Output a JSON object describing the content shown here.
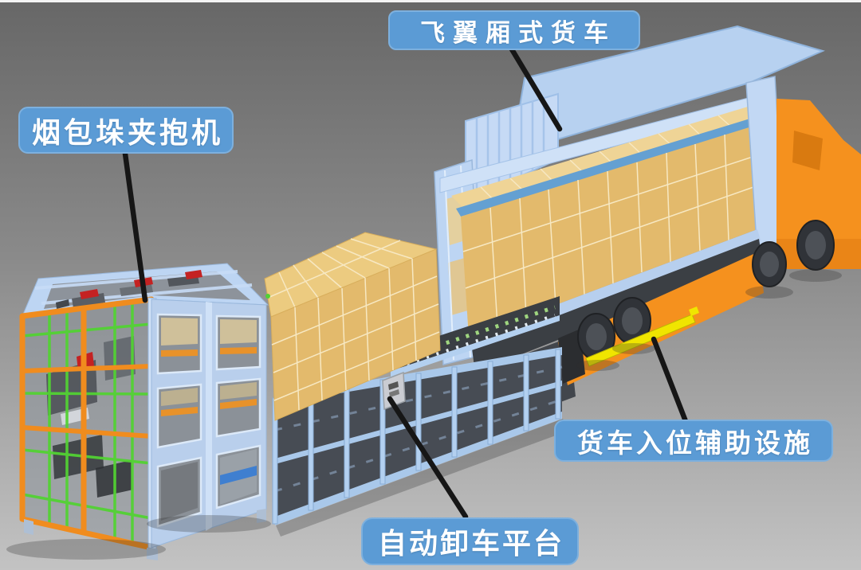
{
  "labels": [
    {
      "id": "wing-van-truck",
      "text": "飞翼厢式货车"
    },
    {
      "id": "tobacco-bale-clamp-machine",
      "text": "烟包垛夹抱机"
    },
    {
      "id": "truck-positioning-aid",
      "text": "货车入位辅助设施"
    },
    {
      "id": "auto-unloading-platform",
      "text": "自动卸车平台"
    }
  ],
  "colors": {
    "bg_top": "#676767",
    "bg_bottom": "#c3c3c3",
    "label_bg": "#5b9bd5",
    "label_border": "#7db0de",
    "label_text": "#ffffff",
    "leader": "#161616",
    "wing_blue": "#b7d1f0",
    "frame_blue": "#bdd5f3",
    "frame_blue_light": "#cfe1f7",
    "rail_blue": "#a9c8ea",
    "box_top": "#eccb80",
    "box_front": "#e3ba6c",
    "box_band": "#efd496",
    "box_grid": "#f7e8c2",
    "strip_blue": "#64a0d2",
    "machine_orange": "#f08c1e",
    "truck_orange": "#f5911e",
    "orange_dark": "#d97a10",
    "grid_green": "#52d233",
    "panel_dark": "#474c54",
    "machinery_gray": "#8d939b",
    "wheel": "#303338",
    "wheel_hub": "#4d5157",
    "rail_yellow": "#f0e500"
  }
}
